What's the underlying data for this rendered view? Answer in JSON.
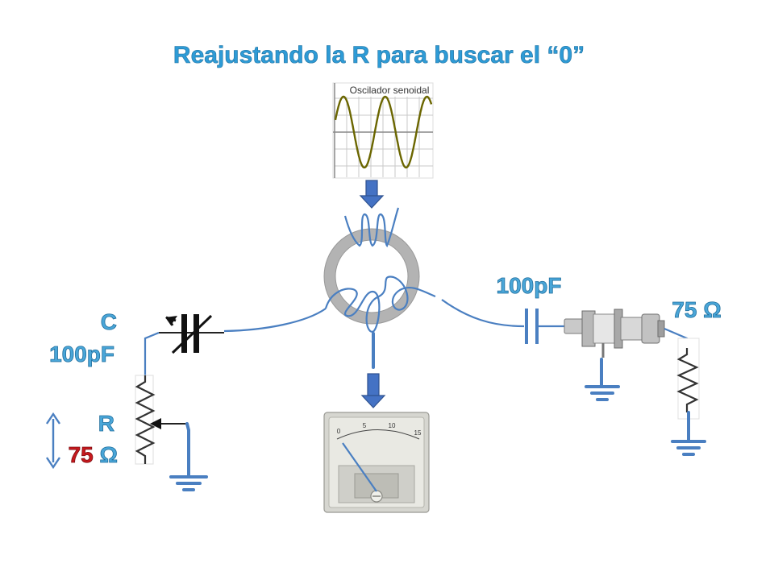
{
  "title": "Reajustando la R para buscar  el “0”",
  "oscillator": {
    "label": "Oscilador senoidal"
  },
  "left_capacitor": {
    "letter": "C",
    "value": "100pF"
  },
  "resistor": {
    "letter": "R",
    "value_number": "75",
    "value_unit": "Ω"
  },
  "right_capacitor": {
    "value": "100pF"
  },
  "load": {
    "value": "75 Ω"
  },
  "meter": {
    "scale": [
      "0",
      "5",
      "10",
      "15"
    ],
    "needle_value": 0
  },
  "colors": {
    "title": "#2e9bd6",
    "wire": "#4a7fc1",
    "highlight": "#c8191e",
    "wave": "#6b6600"
  }
}
